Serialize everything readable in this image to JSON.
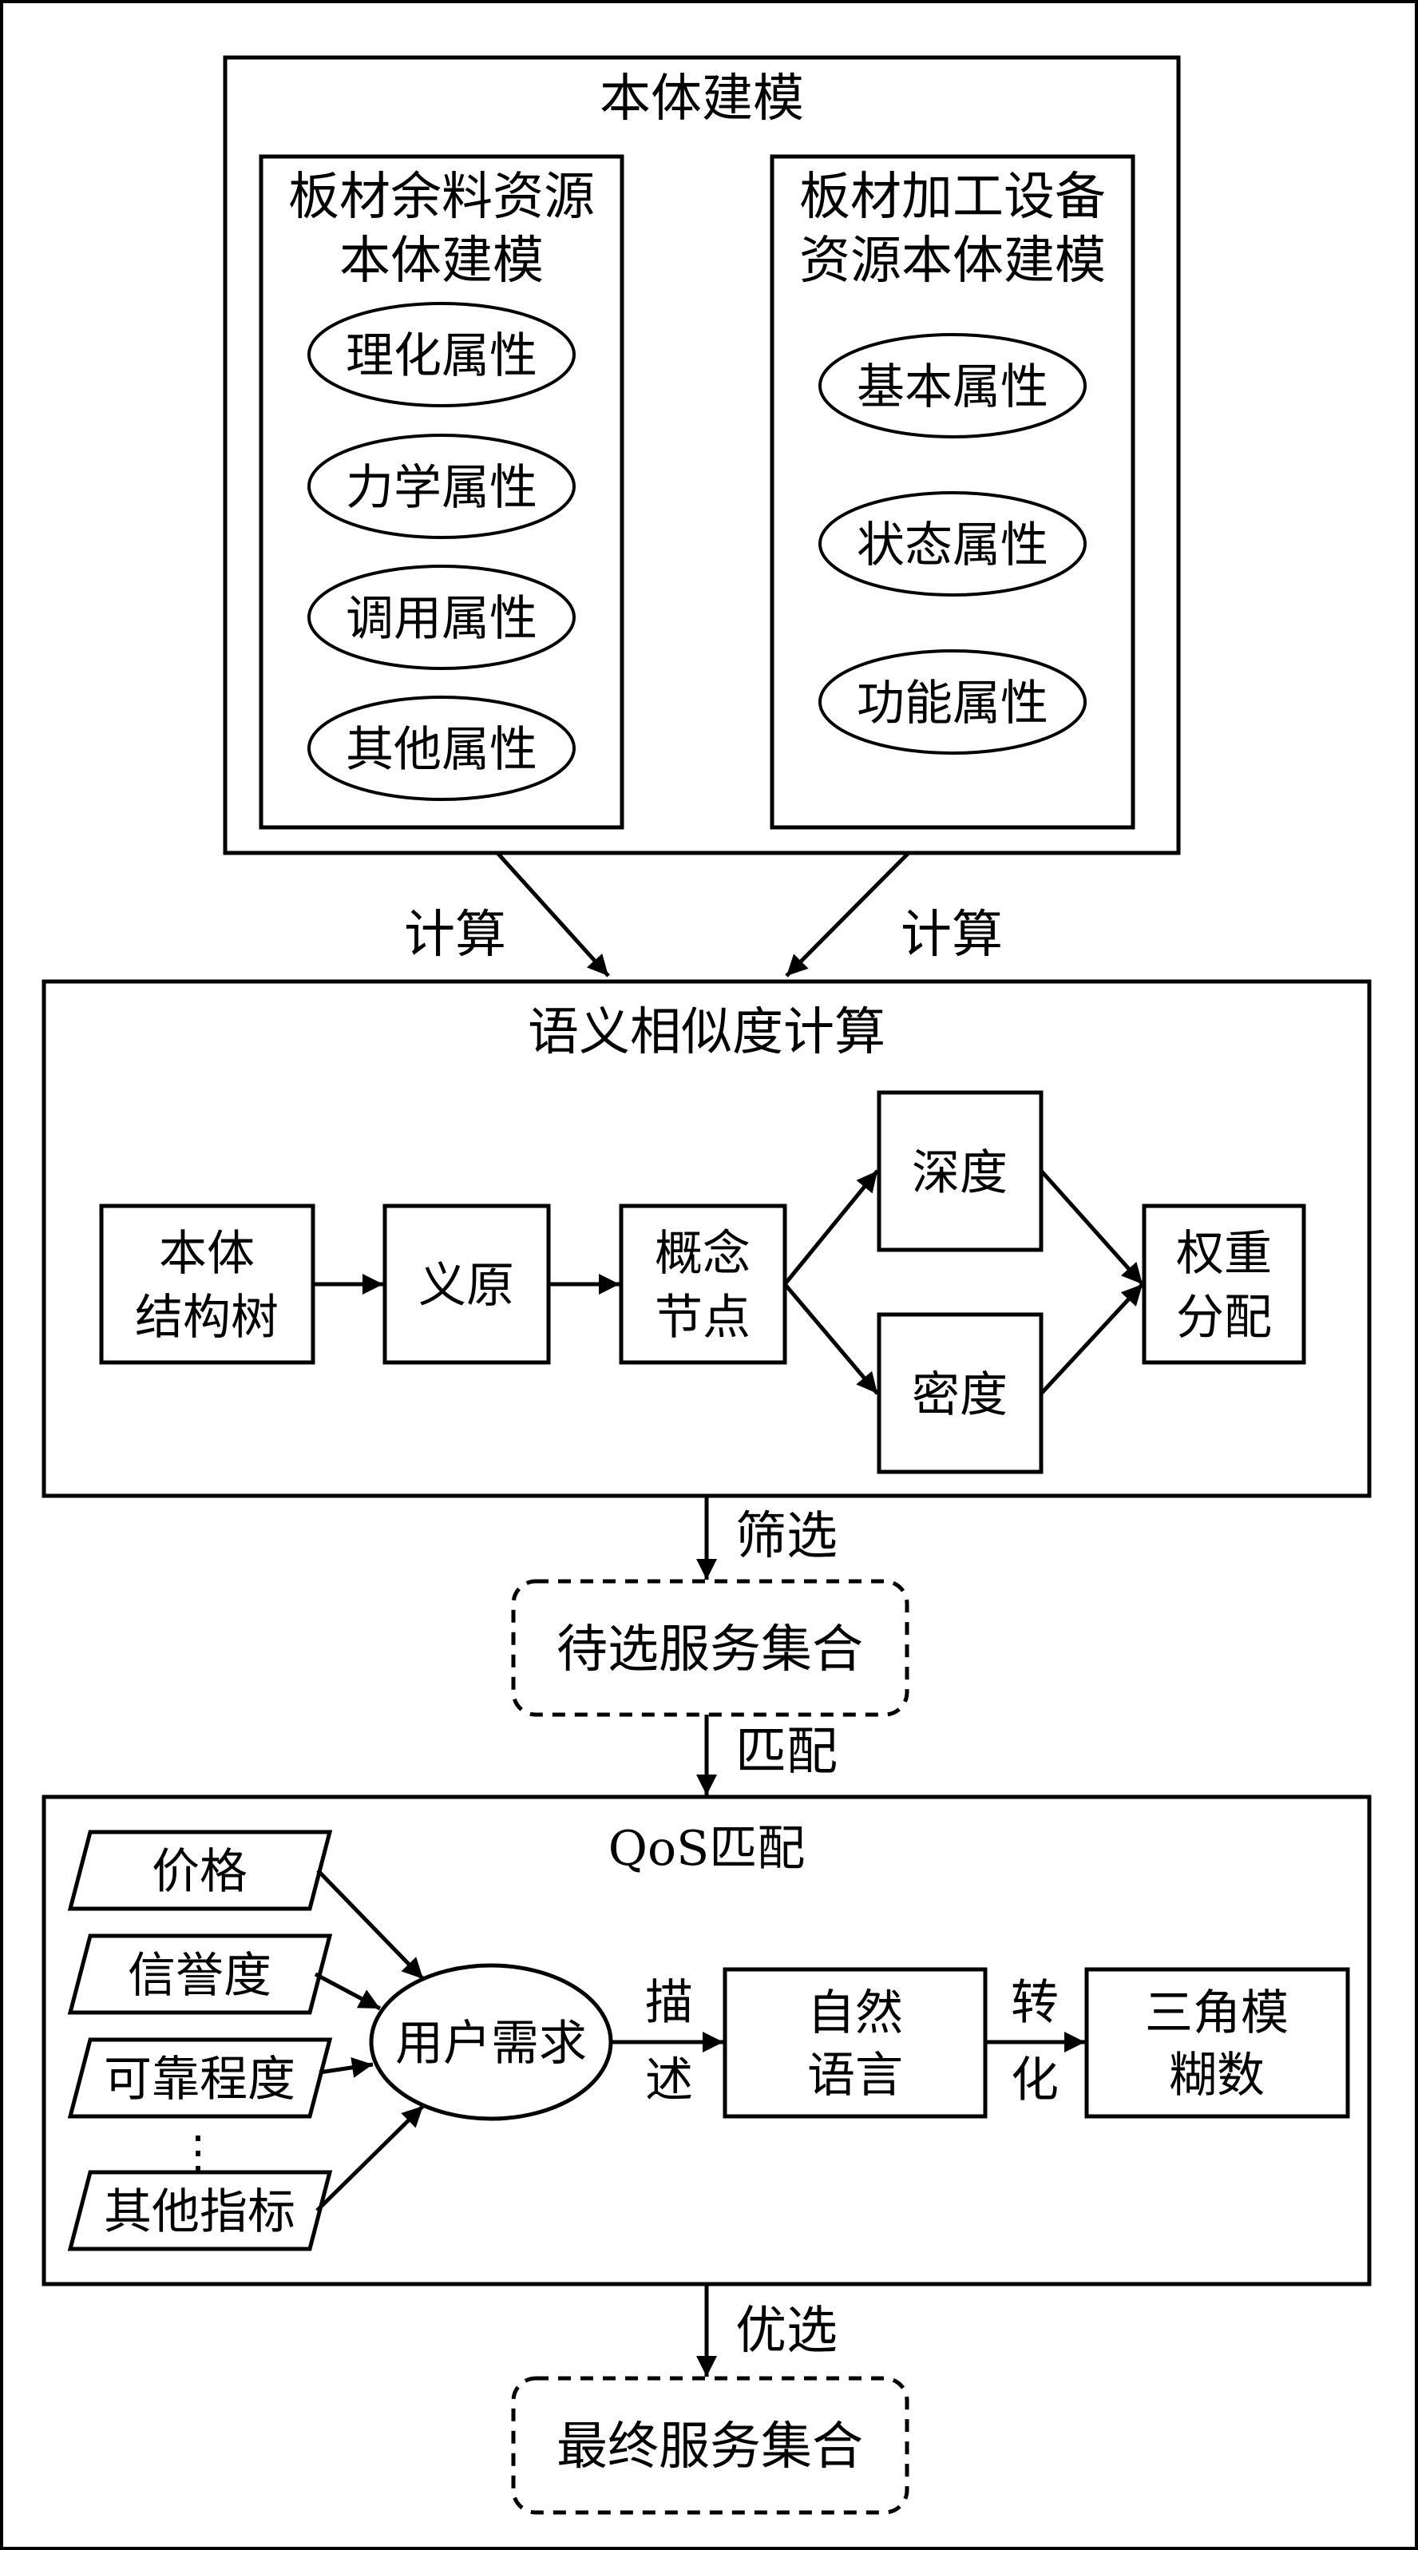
{
  "ontology": {
    "title": "本体建模",
    "left": {
      "title_line1": "板材余料资源",
      "title_line2": "本体建模",
      "attrs": [
        "理化属性",
        "力学属性",
        "调用属性",
        "其他属性"
      ]
    },
    "right": {
      "title_line1": "板材加工设备",
      "title_line2": "资源本体建模",
      "attrs": [
        "基本属性",
        "状态属性",
        "功能属性"
      ]
    }
  },
  "arrows": {
    "left_label": "计算",
    "right_label": "计算",
    "screen_label": "筛选",
    "match_label": "匹配",
    "optimize_label": "优选",
    "describe_label": [
      "描",
      "述"
    ],
    "convert_label": [
      "转",
      "化"
    ]
  },
  "similarity": {
    "title": "语义相似度计算",
    "tree": [
      "本体",
      "结构树"
    ],
    "sememe": "义原",
    "concept": [
      "概念",
      "节点"
    ],
    "depth": "深度",
    "density": "密度",
    "weight": [
      "权重",
      "分配"
    ]
  },
  "candidate_set": "待选服务集合",
  "qos": {
    "title": "QoS匹配",
    "indicators": [
      "价格",
      "信誉度",
      "可靠程度",
      "其他指标"
    ],
    "ellipsis": "⋮",
    "user_demand": "用户需求",
    "natural_language": [
      "自然",
      "语言"
    ],
    "fuzzy_number": [
      "三角模",
      "糊数"
    ]
  },
  "final_set": "最终服务集合"
}
